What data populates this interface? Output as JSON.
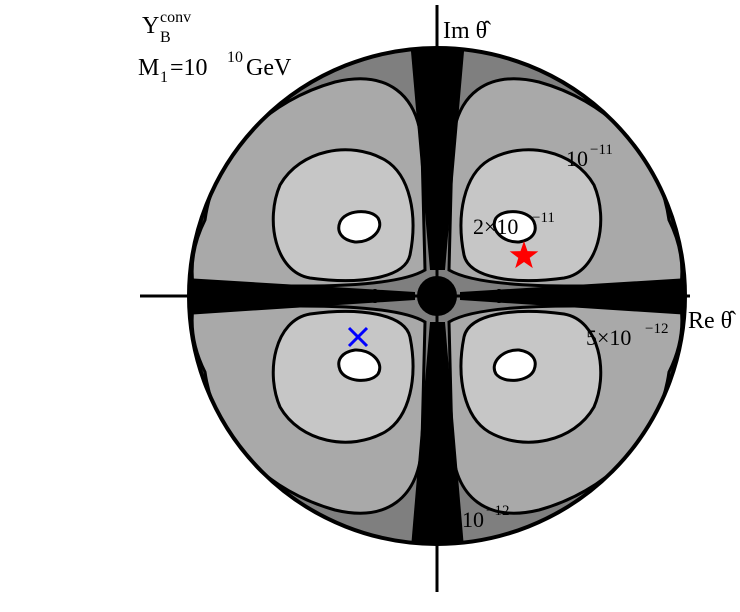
{
  "chart_data": {
    "type": "heatmap",
    "title": {
      "quantity_main": "Y",
      "quantity_sub": "B",
      "quantity_sup": "conv",
      "mass_label": "M",
      "mass_sub": "1",
      "mass_eq": "=10",
      "mass_exp": "10",
      "mass_unit": "GeV"
    },
    "xlabel": "Re θ̂",
    "ylabel": "Im θ̂",
    "contour_levels": [
      {
        "label": "10",
        "exp": "−12",
        "value": 1e-12
      },
      {
        "label": "5×10",
        "exp": "−12",
        "value": 5e-12
      },
      {
        "label": "10",
        "exp": "−11",
        "value": 1e-11
      },
      {
        "label": "2×10",
        "exp": "−11",
        "value": 2e-11
      }
    ],
    "fill_colors": [
      "#000000",
      "#7f7f7f",
      "#a9a9a9",
      "#c6c6c6",
      "#ffffff"
    ],
    "markers": [
      {
        "name": "star",
        "color": "#ff0000",
        "quadrant": "upper-right"
      },
      {
        "name": "cross",
        "color": "#0000ff",
        "quadrant": "lower-left"
      }
    ],
    "grid": false,
    "legend": "none"
  }
}
